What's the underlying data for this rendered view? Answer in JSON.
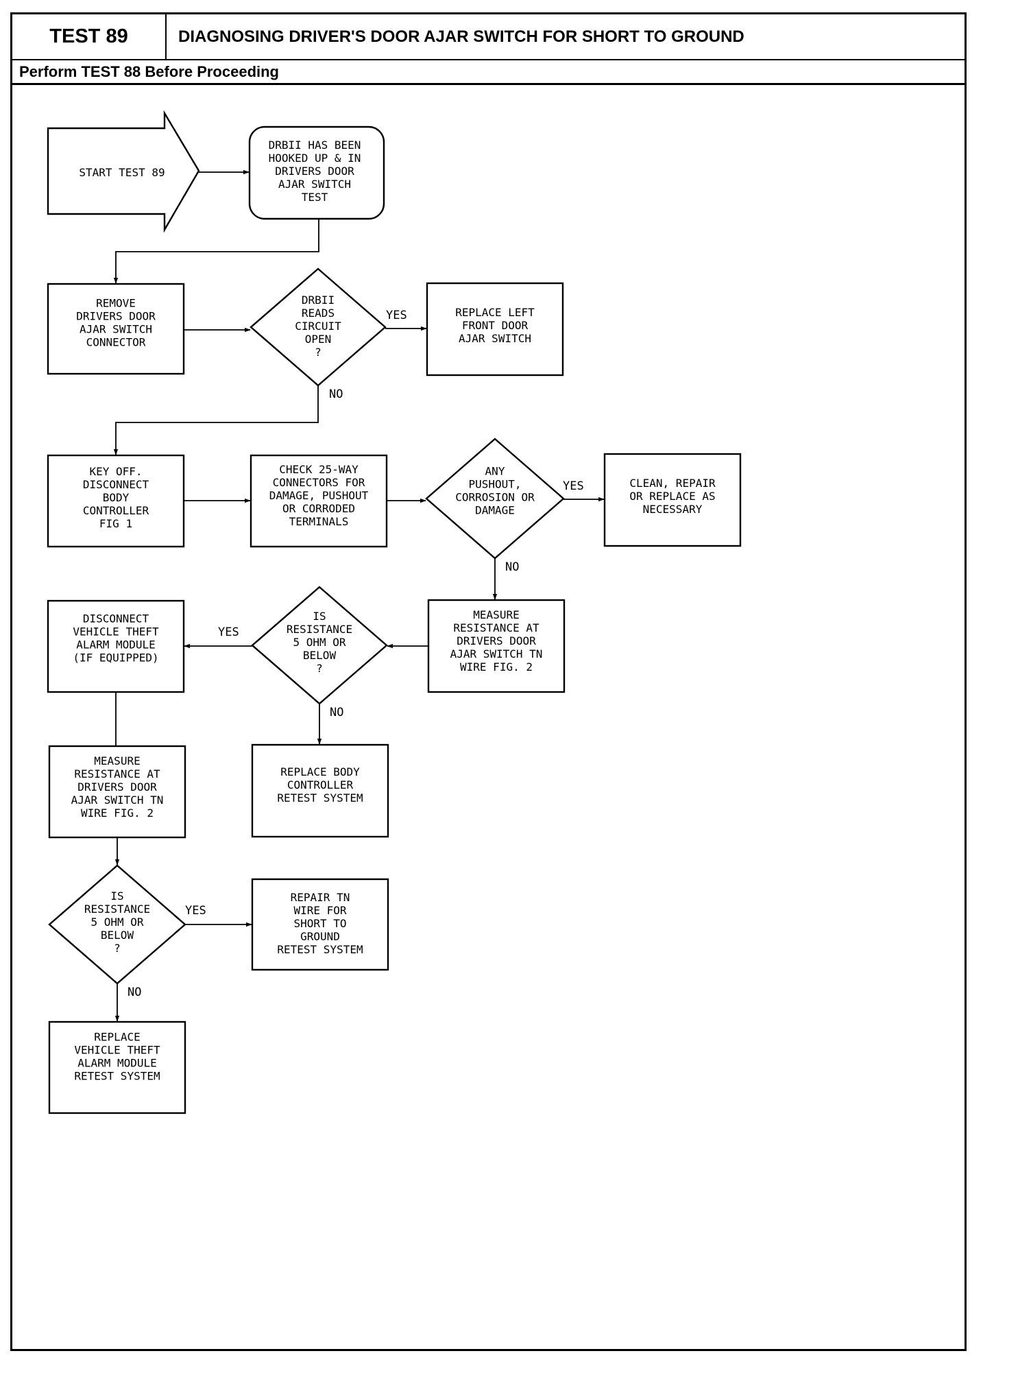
{
  "header": {
    "test_number": "TEST 89",
    "title": "DIAGNOSING DRIVER'S DOOR AJAR SWITCH FOR SHORT TO GROUND",
    "prerequisite": "Perform TEST 88 Before Proceeding"
  },
  "nodes": {
    "start": {
      "lines": [
        "START TEST 89"
      ]
    },
    "drbii_hooked": {
      "lines": [
        "DRBII HAS BEEN",
        "HOOKED UP & IN",
        "DRIVERS DOOR",
        "AJAR SWITCH",
        "TEST"
      ]
    },
    "remove_connector": {
      "lines": [
        "REMOVE",
        "DRIVERS DOOR",
        "AJAR SWITCH",
        "CONNECTOR"
      ]
    },
    "circuit_open": {
      "lines": [
        "DRBII",
        "READS",
        "CIRCUIT",
        "OPEN",
        "?"
      ]
    },
    "replace_switch": {
      "lines": [
        "REPLACE LEFT",
        "FRONT DOOR",
        "AJAR SWITCH"
      ]
    },
    "key_off": {
      "lines": [
        "KEY OFF.",
        "DISCONNECT",
        "BODY",
        "CONTROLLER",
        "FIG 1"
      ]
    },
    "check_connectors": {
      "lines": [
        "CHECK 25-WAY",
        "CONNECTORS FOR",
        "DAMAGE, PUSHOUT",
        "OR CORRODED",
        "TERMINALS"
      ]
    },
    "any_damage": {
      "lines": [
        "ANY",
        "PUSHOUT,",
        "CORROSION OR",
        "DAMAGE"
      ]
    },
    "clean_repair": {
      "lines": [
        "CLEAN, REPAIR",
        "OR REPLACE AS",
        "NECESSARY"
      ]
    },
    "measure_1": {
      "lines": [
        "MEASURE",
        "RESISTANCE AT",
        "DRIVERS DOOR",
        "AJAR SWITCH TN",
        "WIRE FIG. 2"
      ]
    },
    "resistance_1": {
      "lines": [
        "IS",
        "RESISTANCE",
        "5 OHM OR",
        "BELOW",
        "?"
      ]
    },
    "disconnect_theft": {
      "lines": [
        "DISCONNECT",
        "VEHICLE THEFT",
        "ALARM MODULE",
        "(IF EQUIPPED)"
      ]
    },
    "replace_body": {
      "lines": [
        "REPLACE BODY",
        "CONTROLLER",
        "RETEST SYSTEM"
      ]
    },
    "measure_2": {
      "lines": [
        "MEASURE",
        "RESISTANCE AT",
        "DRIVERS DOOR",
        "AJAR SWITCH TN",
        "WIRE FIG. 2"
      ]
    },
    "resistance_2": {
      "lines": [
        "IS",
        "RESISTANCE",
        "5 OHM OR",
        "BELOW",
        "?"
      ]
    },
    "repair_tn": {
      "lines": [
        "REPAIR TN",
        "WIRE FOR",
        "SHORT TO",
        "GROUND",
        "RETEST SYSTEM"
      ]
    },
    "replace_theft": {
      "lines": [
        "REPLACE",
        "VEHICLE THEFT",
        "ALARM MODULE",
        "RETEST SYSTEM"
      ]
    }
  },
  "edge_labels": {
    "circuit_open_yes": "YES",
    "circuit_open_no": "NO",
    "any_damage_yes": "YES",
    "any_damage_no": "NO",
    "resistance_1_yes": "YES",
    "resistance_1_no": "NO",
    "resistance_2_yes": "YES",
    "resistance_2_no": "NO"
  }
}
